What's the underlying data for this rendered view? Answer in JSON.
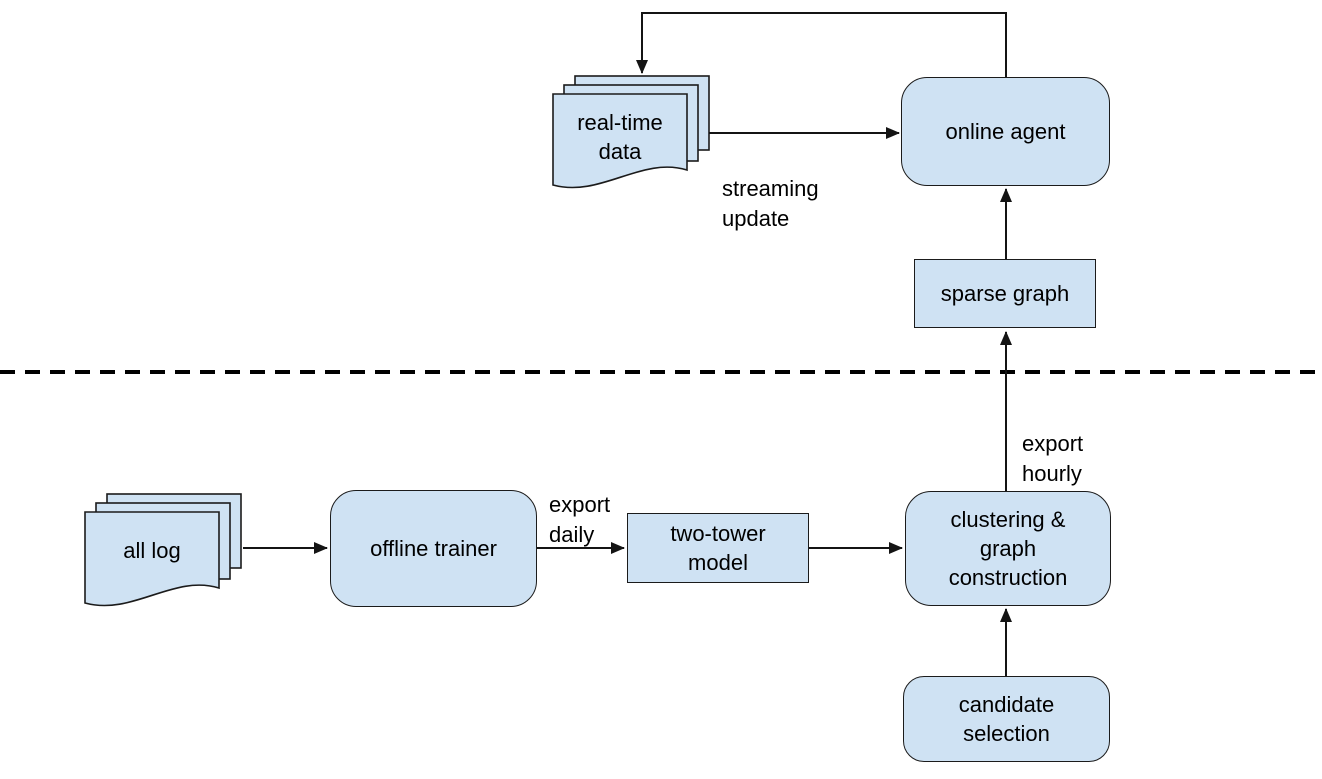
{
  "style": {
    "node_fill": "#cfe2f3",
    "node_border": "#1b1b1b",
    "line_color": "#141414",
    "text_color": "#000000",
    "divider_color": "#000000",
    "background": "#ffffff"
  },
  "nodes": {
    "real_time_data": {
      "label": "real-time\ndata",
      "shape": "document-stack"
    },
    "online_agent": {
      "label": "online agent",
      "shape": "rounded-rectangle"
    },
    "sparse_graph": {
      "label": "sparse graph",
      "shape": "rectangle"
    },
    "all_log": {
      "label": "all log",
      "shape": "document-stack"
    },
    "offline_trainer": {
      "label": "offline trainer",
      "shape": "rounded-rectangle"
    },
    "two_tower_model": {
      "label": "two-tower\nmodel",
      "shape": "rectangle"
    },
    "clustering_graph_construction": {
      "label": "clustering &\ngraph\nconstruction",
      "shape": "rounded-rectangle"
    },
    "candidate_selection": {
      "label": "candidate\nselection",
      "shape": "rounded-rectangle"
    }
  },
  "edge_labels": {
    "streaming_update": "streaming\nupdate",
    "export_daily": "export\ndaily",
    "export_hourly": "export\nhourly"
  },
  "edges": [
    {
      "from": "all_log",
      "to": "offline_trainer"
    },
    {
      "from": "offline_trainer",
      "to": "two_tower_model",
      "label": "export daily"
    },
    {
      "from": "two_tower_model",
      "to": "clustering_graph_construction"
    },
    {
      "from": "candidate_selection",
      "to": "clustering_graph_construction"
    },
    {
      "from": "clustering_graph_construction",
      "to": "sparse_graph",
      "label": "export hourly"
    },
    {
      "from": "sparse_graph",
      "to": "online_agent"
    },
    {
      "from": "real_time_data",
      "to": "online_agent",
      "label": "streaming update"
    },
    {
      "from": "online_agent",
      "to": "real_time_data"
    }
  ],
  "divider": {
    "style": "dashed",
    "separates": [
      "online section",
      "offline section"
    ]
  }
}
